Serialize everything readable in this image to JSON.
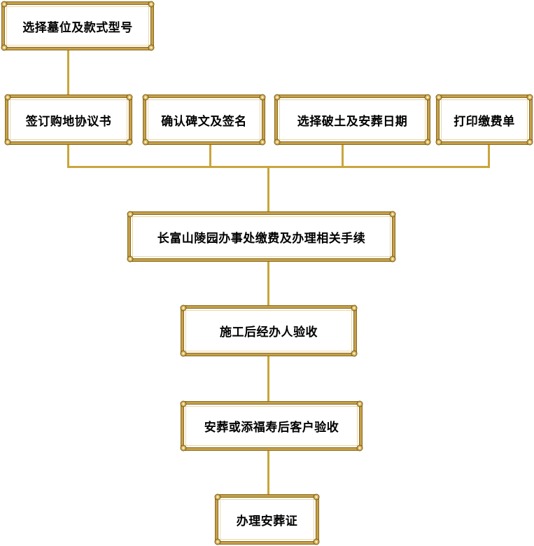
{
  "steps": {
    "step1": "选择墓位及款式型号",
    "step2a": "签订购地协议书",
    "step2b": "确认碑文及签名",
    "step2c": "选择破土及安葬日期",
    "step2d": "打印缴费单",
    "step3": "长富山陵园办事处缴费及办理相关手续",
    "step4": "施工后经办人验收",
    "step5": "安葬或添福寿后客户验收",
    "step6": "办理安葬证"
  },
  "colors": {
    "connector": "#c9a53c",
    "frame": "#c5a04a"
  }
}
